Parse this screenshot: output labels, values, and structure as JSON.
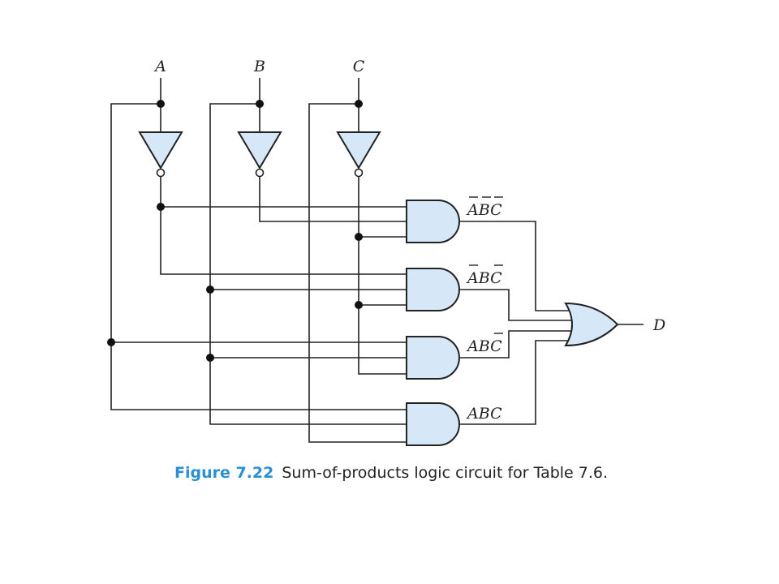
{
  "inputs": [
    "A",
    "B",
    "C"
  ],
  "output": "D",
  "terms": [
    {
      "letters": [
        "A",
        "B",
        "C"
      ],
      "bars": [
        true,
        true,
        true
      ]
    },
    {
      "letters": [
        "A",
        "B",
        "C"
      ],
      "bars": [
        true,
        false,
        true
      ]
    },
    {
      "letters": [
        "A",
        "B",
        "C"
      ],
      "bars": [
        false,
        false,
        true
      ]
    },
    {
      "letters": [
        "A",
        "B",
        "C"
      ],
      "bars": [
        false,
        false,
        false
      ]
    }
  ],
  "caption": {
    "figure": "Figure 7.22",
    "text": "Sum-of-products logic circuit for Table 7.6."
  }
}
